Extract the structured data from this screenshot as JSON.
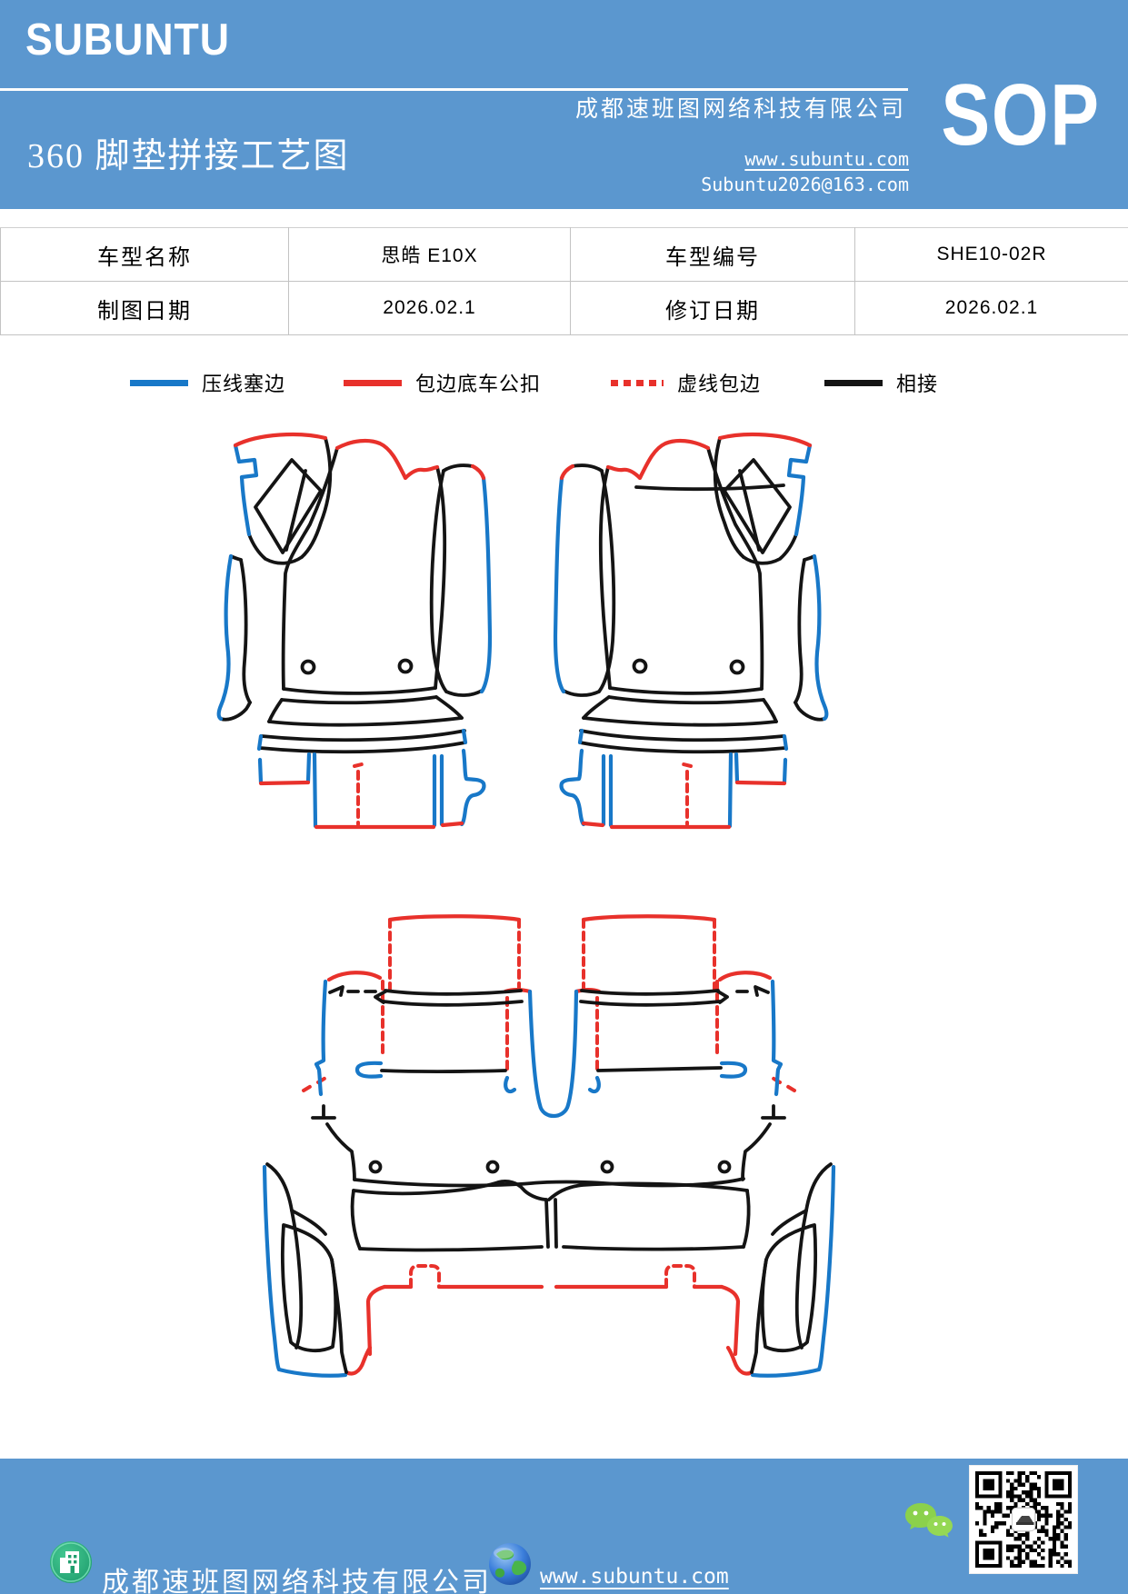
{
  "header": {
    "brand": "SUBUNTU",
    "company": "成都速班图网络科技有限公司",
    "title": "360 脚垫拼接工艺图",
    "website": "www.subuntu.com",
    "email": "Subuntu2026@163.com",
    "sop_label": "SOP"
  },
  "info_table": {
    "rows": [
      {
        "label1": "车型名称",
        "value1": "思皓 E10X",
        "label2": "车型编号",
        "value2": "SHE10-02R"
      },
      {
        "label1": "制图日期",
        "value1": "2026.02.1",
        "label2": "修订日期",
        "value2": "2026.02.1"
      }
    ]
  },
  "legend": {
    "items": [
      {
        "label": "压线塞边",
        "color": "#1878c8",
        "style": "solid"
      },
      {
        "label": "包边底车公扣",
        "color": "#e8312b",
        "style": "solid"
      },
      {
        "label": "虚线包边",
        "color": "#e8312b",
        "style": "dashed"
      },
      {
        "label": "相接",
        "color": "#141414",
        "style": "solid"
      }
    ]
  },
  "footer": {
    "company": "成都速班图网络科技有限公司",
    "website": "www.subuntu.com"
  },
  "colors": {
    "accent_blue": "#5b97cf",
    "line_blue": "#1878c8",
    "line_red": "#e8312b",
    "line_black": "#141414"
  }
}
